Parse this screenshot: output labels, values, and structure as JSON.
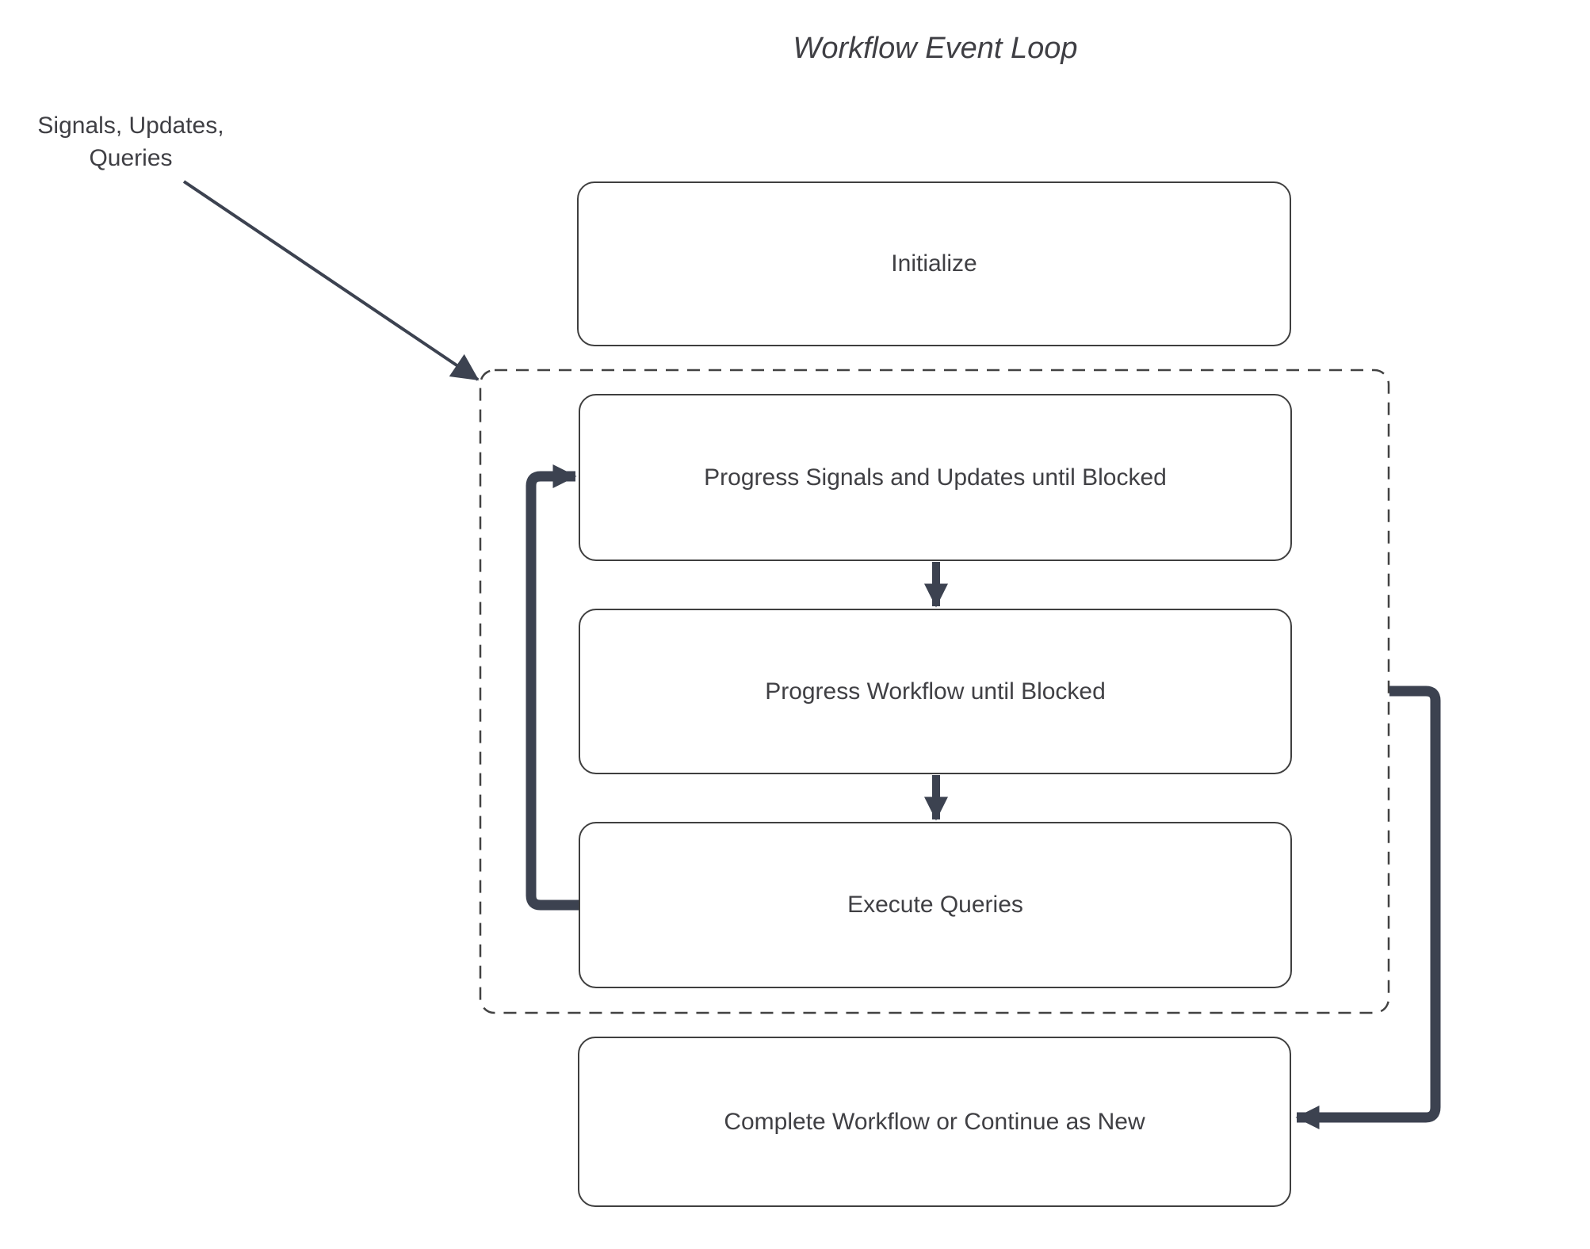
{
  "title": "Workflow Event Loop",
  "annotation": {
    "line1": "Signals, Updates,",
    "line2": "Queries"
  },
  "nodes": {
    "initialize": "Initialize",
    "progress_signals": "Progress Signals and Updates until Blocked",
    "progress_workflow": "Progress Workflow until Blocked",
    "execute_queries": "Execute Queries",
    "complete": "Complete Workflow or Continue as New"
  },
  "colors": {
    "background": "#ffffff",
    "box_border": "#3f3f3f",
    "box_fill": "#ffffff",
    "dashed_border": "#424242",
    "connector": "#3c4250",
    "text": "#404044"
  }
}
